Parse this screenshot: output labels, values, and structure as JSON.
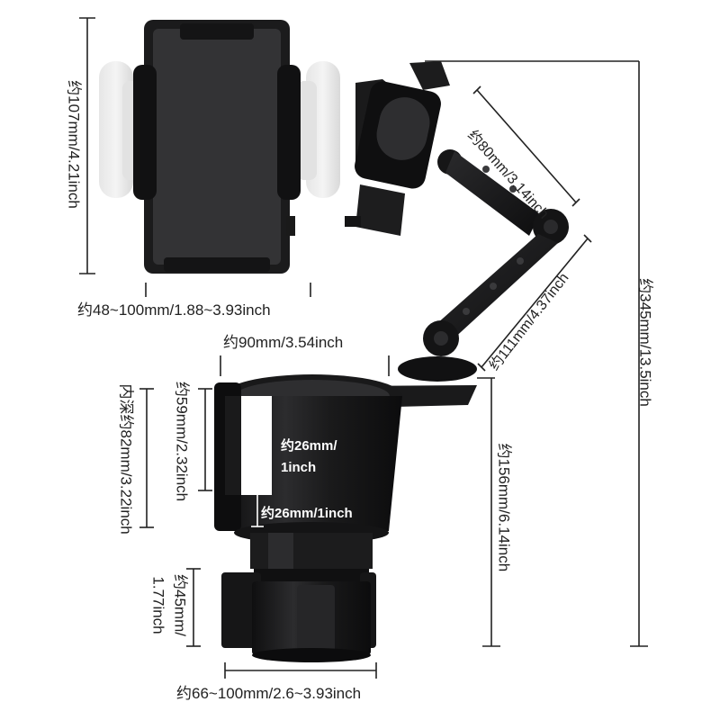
{
  "labels": {
    "phone_height": "约107mm/4.21inch",
    "phone_width": "约48~100mm/1.88~3.93inch",
    "arm_top": "约80mm/3.14inch",
    "arm_mid": "约111mm/4.37inch",
    "total_height": "约345mm/13.5inch",
    "cup_width": "约90mm/3.54inch",
    "inner_depth": "内深约82mm/3.22inch",
    "cup_height": "约59mm/2.32inch",
    "slot_width_1": "约26mm/",
    "slot_width_2": "1inch",
    "slot_depth": "约26mm/1inch",
    "base_height": "约156mm/6.14inch",
    "bottom_height_1": "约45mm/",
    "bottom_height_2": "1.77inch",
    "bottom_width": "约66~100mm/2.6~3.93inch"
  }
}
